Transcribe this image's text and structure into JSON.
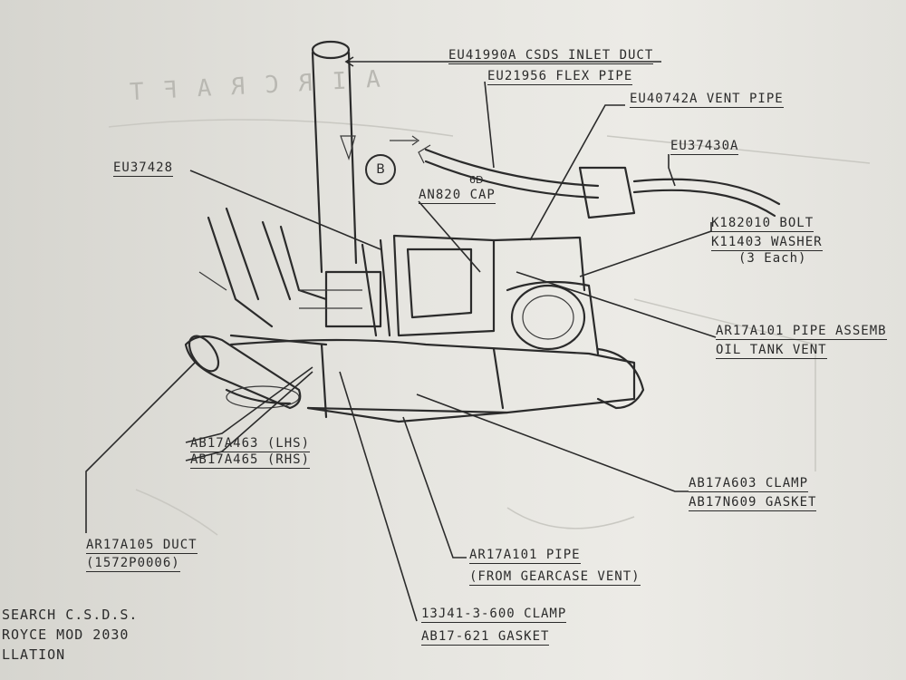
{
  "labels": {
    "inlet_duct": "EU41990A CSDS INLET DUCT",
    "flex_pipe": "EU21956 FLEX PIPE",
    "vent_pipe": "EU40742A VENT PIPE",
    "eu37430a": "EU37430A",
    "eu37428": "EU37428",
    "an820_cap": "AN820 CAP",
    "bolt": "K182010 BOLT",
    "washer": "K11403 WASHER",
    "each": "(3 Each)",
    "pipe_assembly": "AR17A101 PIPE ASSEMB",
    "oil_tank_vent": "OIL TANK VENT",
    "ab17a463": "AB17A463 (LHS)",
    "ab17a465": "AB17A465 (RHS)",
    "ab17a603": "AB17A603 CLAMP",
    "ab17n609": "AB17N609 GASKET",
    "duct": "AR17A105 DUCT",
    "duct_num": "(1572P0006)",
    "pipe": "AR17A101 PIPE",
    "gearcase": "(FROM GEARCASE VENT)",
    "clamp": "13J41-3-600 CLAMP",
    "gasket": "AB17-621 GASKET"
  },
  "callouts": {
    "b": "B",
    "sixd": "6D"
  },
  "footer": {
    "line1": "SEARCH C.S.D.S.",
    "line2": "ROYCE MOD 2030",
    "line3": "LLATION"
  }
}
